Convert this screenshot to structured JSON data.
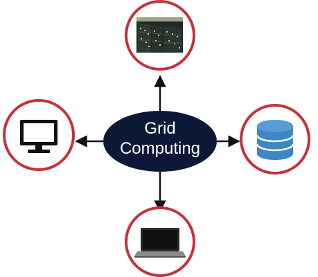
{
  "center": {
    "line1": "Grid",
    "line2": "Computing"
  },
  "nodes": [
    {
      "id": "top",
      "icon": "server-rack-icon"
    },
    {
      "id": "left",
      "icon": "monitor-icon"
    },
    {
      "id": "right",
      "icon": "database-icon"
    },
    {
      "id": "bottom",
      "icon": "laptop-icon"
    }
  ],
  "colors": {
    "hub_fill": "#0d1836",
    "ring": "#c4323a",
    "arrow": "#111111",
    "database": "#3f86c6",
    "database_dark": "#2f6ea8",
    "server_bg": "#1f2a24"
  }
}
